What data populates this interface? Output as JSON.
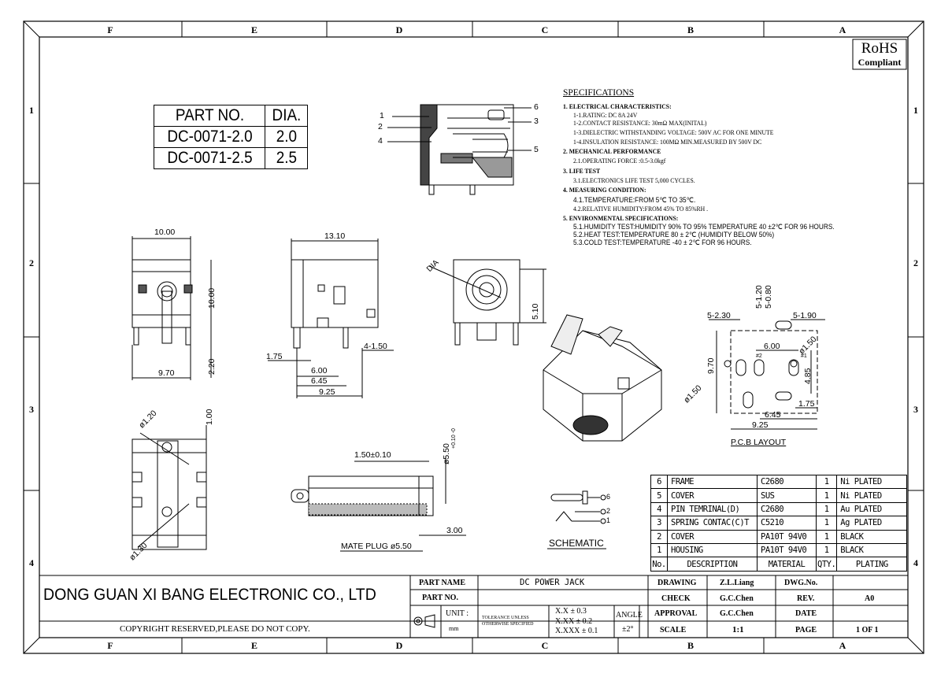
{
  "zones": {
    "columns": [
      "F",
      "E",
      "D",
      "C",
      "B",
      "A"
    ],
    "rows": [
      "1",
      "2",
      "3",
      "4"
    ]
  },
  "rohs": {
    "line1": "RoHS",
    "line2": "Compliant"
  },
  "part_table": {
    "headers": [
      "PART NO.",
      "DIA."
    ],
    "rows": [
      [
        "DC-0071-2.0",
        "2.0"
      ],
      [
        "DC-0071-2.5",
        "2.5"
      ]
    ]
  },
  "callouts": [
    "1",
    "2",
    "4",
    "6",
    "3",
    "5"
  ],
  "specifications": {
    "title": "SPECIFICATIONS",
    "lines": [
      "1. ELECTRICAL CHARACTERISTICS:",
      "1-1.RATING: DC 8A 24V",
      "1-2.CONTACT RESISTANCE: 30mΩ MAX(INITAL)",
      "1-3.DIELECTRIC WITHSTANDING VOLTAGE: 500V AC FOR ONE MINUTE",
      "1-4.INSULATION RESISTANCE: 100MΩ MIN.MEASURED BY 500V DC",
      "2. MECHANICAL PERFORMANCE",
      "2.1.OPERATING FORCE :0.5-3.0kgf",
      "3. LIFE TEST",
      "3.1.ELECTRONICS LIFE TEST 5,000 CYCLES.",
      "4. MEASURING CONDITION:",
      "4.1.TEMPERATURE:FROM 5℃ TO 35℃.",
      "4.2.RELATIVE HUMIDITY:FROM 45% TO 85%RH .",
      "5. ENVIRONMENTAL SPECIFICATIONS:",
      "5.1.HUMIDITY TEST:HUMIDITY 90% TO 95% TEMPERATURE 40 ±2℃ FOR 96 HOURS.",
      "5.2.HEAT TEST:TEMPERATURE 80 ± 2℃ (HUMIDITY BELOW 50%)",
      "5.3.COLD TEST:TEMPERATURE -40 ± 2℃ FOR 96 HOURS."
    ]
  },
  "dimensions": {
    "front_width": "10.00",
    "front_height": "10.00",
    "front_base": "9.70",
    "front_pin": "2.20",
    "side_length": "13.10",
    "side_175": "1.75",
    "side_4_150": "4-1.50",
    "side_600": "6.00",
    "side_645": "6.45",
    "side_925": "9.25",
    "rear_dia": "DIA",
    "rear_510": "5.10",
    "bottom_120": "ø1.20",
    "bottom_100": "1.00",
    "bottom_130": "ø1.30",
    "plug_150": "1.50±0.10",
    "plug_550": "ø5.50",
    "plug_tol": "+0.10 -0",
    "plug_300": "3.00",
    "plug_label": "MATE PLUG ø5.50",
    "pcb_5_230": "5-2.30",
    "pcb_5_120": "5-1.20",
    "pcb_5_080": "5-0.80",
    "pcb_5_190": "5-1.90",
    "pcb_600": "6.00",
    "pcb_150": "ø1.50",
    "pcb_970": "9.70",
    "pcb_485": "4.85",
    "pcb_175": "1.75",
    "pcb_645": "6.45",
    "pcb_925": "9.25",
    "pcb_150b": "ø1.50",
    "pcb_h2": "#2",
    "pcb_h1": "#1",
    "pcb_label": "P.C.B LAYOUT"
  },
  "schematic": {
    "label": "SCHEMATIC",
    "pins": [
      "6",
      "2",
      "1"
    ]
  },
  "bom": {
    "rows": [
      [
        "6",
        "FRAME",
        "C2680",
        "1",
        "Ni PLATED"
      ],
      [
        "5",
        "COVER",
        "SUS",
        "1",
        "Ni PLATED"
      ],
      [
        "4",
        "PIN TEMRINAL(D)",
        "C2680",
        "1",
        "Au PLATED"
      ],
      [
        "3",
        "SPRING CONTAC(C)T",
        "C5210",
        "1",
        "Ag PLATED"
      ],
      [
        "2",
        "COVER",
        "PA10T 94V0",
        "1",
        "BLACK"
      ],
      [
        "1",
        "HOUSING",
        "PA10T 94V0",
        "1",
        "BLACK"
      ]
    ],
    "header": [
      "No.",
      "DESCRIPTION",
      "MATERIAL",
      "QTY.",
      "PLATING"
    ]
  },
  "title_block": {
    "company": "DONG GUAN XI BANG ELECTRONIC CO., LTD",
    "copyright": "COPYRIGHT RESERVED,PLEASE DO NOT COPY.",
    "part_name_label": "PART NAME",
    "part_name": "DC POWER JACK",
    "part_no_label": "PART NO.",
    "part_no": "",
    "unit_label": "UNIT :",
    "unit": "mm",
    "tol_note_1": "TOLERANCE UNLESS",
    "tol_note_2": "OTHERWISE SPECIFIED",
    "tol_1": "X.X ± 0.3",
    "tol_2": "X.XX ± 0.2",
    "tol_3": "X.XXX ± 0.1",
    "angle_label": "ANGLE",
    "angle": "±2°",
    "drawing_label": "DRAWING",
    "drawing": "Z.L.Liang",
    "check_label": "CHECK",
    "check": "G.C.Chen",
    "approval_label": "APPROVAL",
    "approval": "G.C.Chen",
    "scale_label": "SCALE",
    "scale": "1:1",
    "dwg_no_label": "DWG.No.",
    "dwg_no": "",
    "rev_label": "REV.",
    "rev": "A0",
    "date_label": "DATE",
    "date": "",
    "page_label": "PAGE",
    "page": "1 OF 1"
  }
}
